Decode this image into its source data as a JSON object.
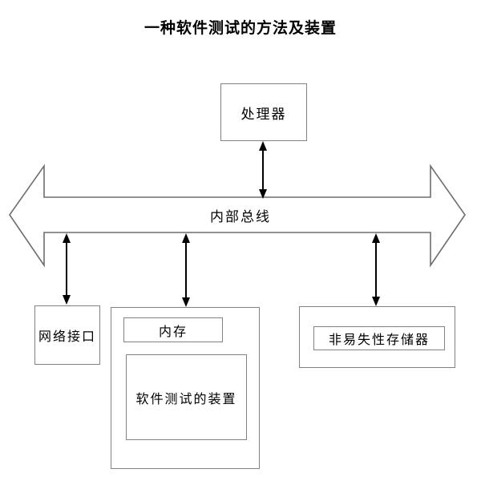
{
  "title": "一种软件测试的方法及装置",
  "bus_label": "内部总线",
  "nodes": {
    "processor": {
      "label": "处理器"
    },
    "network_interface": {
      "label": "网络接口"
    },
    "memory": {
      "label": "内存"
    },
    "software_testing_device": {
      "label": "软件测试的装置"
    },
    "nonvolatile_memory": {
      "label": "非易失性存储器"
    }
  },
  "colors": {
    "bg": "#ffffff",
    "border": "#828282",
    "arrow": "#000000",
    "text": "#000000"
  }
}
